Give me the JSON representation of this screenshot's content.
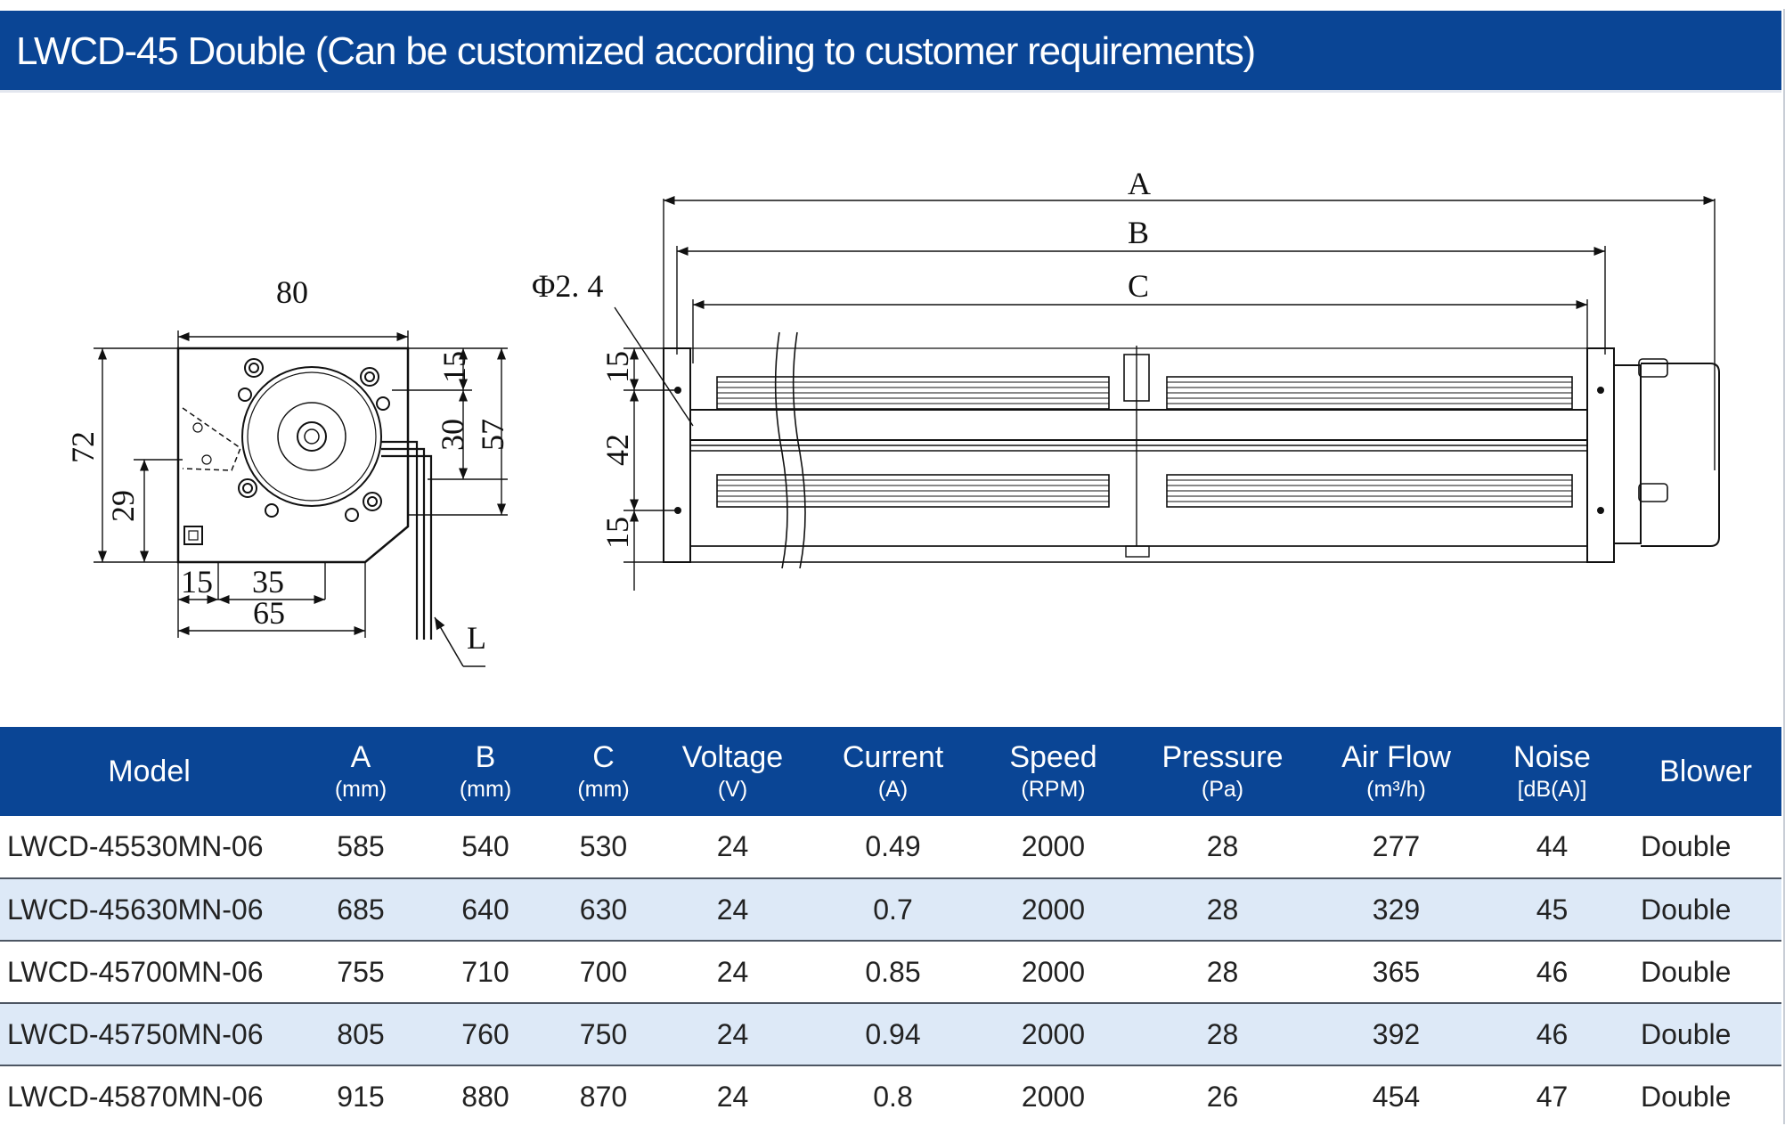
{
  "header": {
    "title": "LWCD-45 Double  (Can be customized according to customer requirements)"
  },
  "drawing": {
    "side_view": {
      "width_label": "80",
      "height_label": "72",
      "top_offset_label": "15",
      "mid_label": "30",
      "right_height_label": "57",
      "left_lower_label": "29",
      "bottom_small_label": "15",
      "bottom_mid_label": "35",
      "bottom_total_label": "65",
      "lead_label": "L"
    },
    "front_view": {
      "a_label": "A",
      "b_label": "B",
      "c_label": "C",
      "hole_label": "Φ2. 4",
      "top_label": "15",
      "middle_label": "42",
      "bottom_label": "15"
    }
  },
  "table": {
    "headers": [
      {
        "label": "Model",
        "unit": ""
      },
      {
        "label": "A",
        "unit": "(mm)"
      },
      {
        "label": "B",
        "unit": "(mm)"
      },
      {
        "label": "C",
        "unit": "(mm)"
      },
      {
        "label": "Voltage",
        "unit": "(V)"
      },
      {
        "label": "Current",
        "unit": "(A)"
      },
      {
        "label": "Speed",
        "unit": "(RPM)"
      },
      {
        "label": "Pressure",
        "unit": "(Pa)"
      },
      {
        "label": "Air Flow",
        "unit": "(m³/h)"
      },
      {
        "label": "Noise",
        "unit": "[dB(A)]"
      },
      {
        "label": "Blower",
        "unit": ""
      }
    ],
    "rows": [
      [
        "LWCD-45530MN-06",
        "585",
        "540",
        "530",
        "24",
        "0.49",
        "2000",
        "28",
        "277",
        "44",
        "Double"
      ],
      [
        "LWCD-45630MN-06",
        "685",
        "640",
        "630",
        "24",
        "0.7",
        "2000",
        "28",
        "329",
        "45",
        "Double"
      ],
      [
        "LWCD-45700MN-06",
        "755",
        "710",
        "700",
        "24",
        "0.85",
        "2000",
        "28",
        "365",
        "46",
        "Double"
      ],
      [
        "LWCD-45750MN-06",
        "805",
        "760",
        "750",
        "24",
        "0.94",
        "2000",
        "28",
        "392",
        "46",
        "Double"
      ],
      [
        "LWCD-45870MN-06",
        "915",
        "880",
        "870",
        "24",
        "0.8",
        "2000",
        "26",
        "454",
        "47",
        "Double"
      ]
    ]
  },
  "colors": {
    "header_blue": "#0a4595",
    "alt_row": "#dde9f7",
    "rule": "#4d5663"
  }
}
